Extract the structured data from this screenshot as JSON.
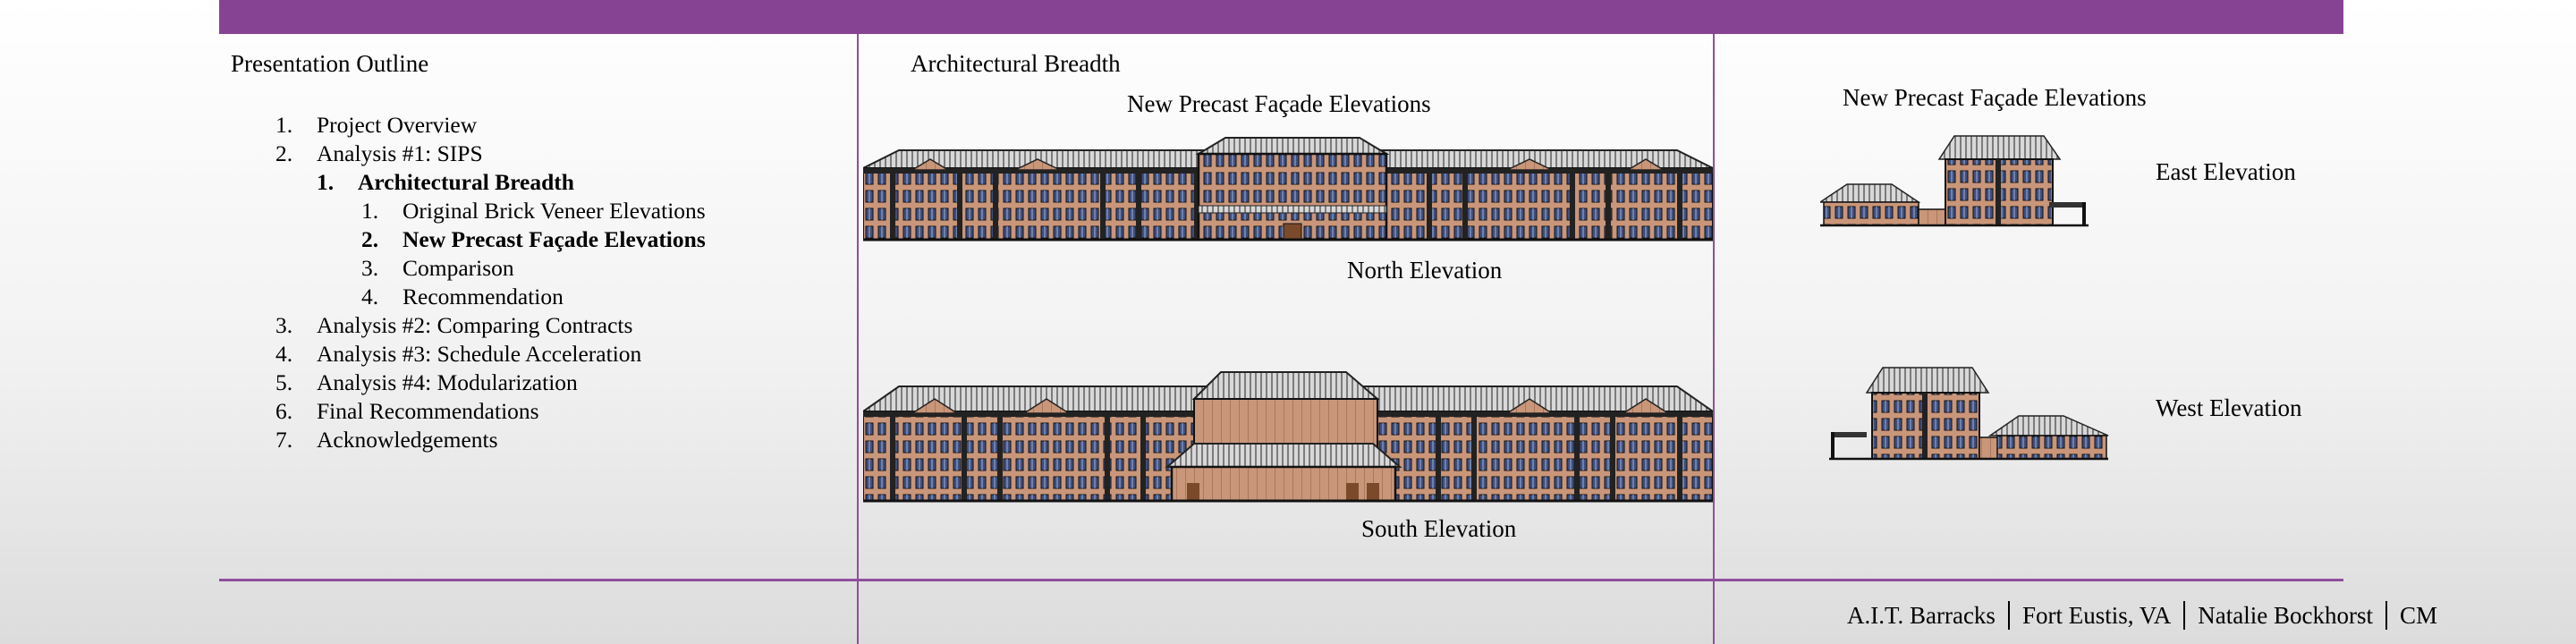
{
  "outline": {
    "title": "Presentation Outline",
    "items": [
      {
        "num": "1.",
        "text": "Project Overview"
      },
      {
        "num": "2.",
        "text": "Analysis #1: SIPS"
      },
      {
        "num": "1.",
        "text": "Architectural Breadth"
      },
      {
        "num": "1.",
        "text": "Original Brick Veneer Elevations"
      },
      {
        "num": "2.",
        "text": "New Precast Façade Elevations"
      },
      {
        "num": "3.",
        "text": "Comparison"
      },
      {
        "num": "4.",
        "text": "Recommendation"
      },
      {
        "num": "3.",
        "text": "Analysis #2: Comparing Contracts"
      },
      {
        "num": "4.",
        "text": "Analysis #3: Schedule Acceleration"
      },
      {
        "num": "5.",
        "text": "Analysis #4: Modularization"
      },
      {
        "num": "6.",
        "text": "Final Recommendations"
      },
      {
        "num": "7.",
        "text": "Acknowledgements"
      }
    ]
  },
  "middle": {
    "section_title": "Architectural Breadth",
    "subtitle": "New Precast Façade Elevations",
    "north_label": "North Elevation",
    "south_label": "South Elevation"
  },
  "right": {
    "subtitle": "New Precast Façade Elevations",
    "east_label": "East Elevation",
    "west_label": "West Elevation"
  },
  "footer": {
    "project": "A.I.T. Barracks",
    "location": "Fort Eustis, VA",
    "author": "Natalie Bockhorst",
    "option": "CM"
  },
  "colors": {
    "accent": "#874393",
    "brick": "#c9967a",
    "window": "#4a5a8a",
    "roof": "#9a9a9a"
  }
}
